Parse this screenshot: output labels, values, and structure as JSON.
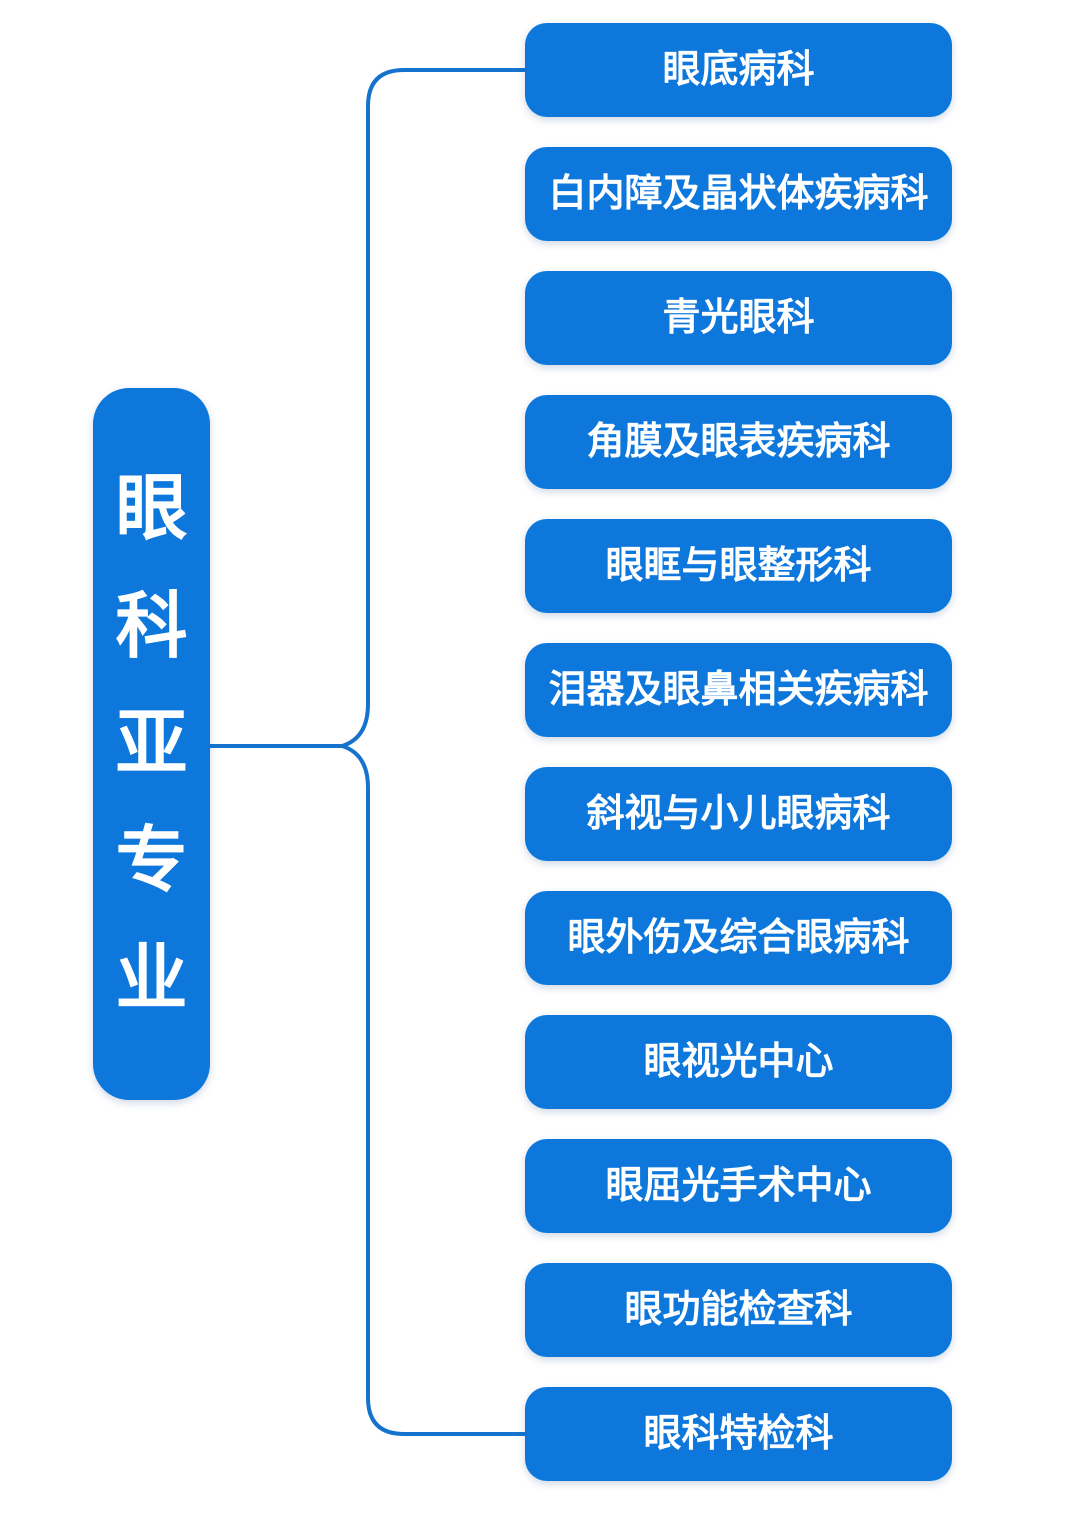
{
  "diagram": {
    "title": "眼科亚专业",
    "root": {
      "label": "眼科亚专业",
      "chars": [
        "眼",
        "科",
        "亚",
        "专",
        "业"
      ]
    },
    "branches": [
      {
        "label": "眼底病科"
      },
      {
        "label": "白内障及晶状体疾病科"
      },
      {
        "label": "青光眼科"
      },
      {
        "label": "角膜及眼表疾病科"
      },
      {
        "label": "眼眶与眼整形科"
      },
      {
        "label": "泪器及眼鼻相关疾病科"
      },
      {
        "label": "斜视与小儿眼病科"
      },
      {
        "label": "眼外伤及综合眼病科"
      },
      {
        "label": "眼视光中心"
      },
      {
        "label": "眼屈光手术中心"
      },
      {
        "label": "眼功能检查科"
      },
      {
        "label": "眼科特检科"
      }
    ],
    "colors": {
      "node_fill": "#0d77dc",
      "node_text": "#ffffff",
      "connector": "#1673cd",
      "background": "#ffffff"
    }
  }
}
